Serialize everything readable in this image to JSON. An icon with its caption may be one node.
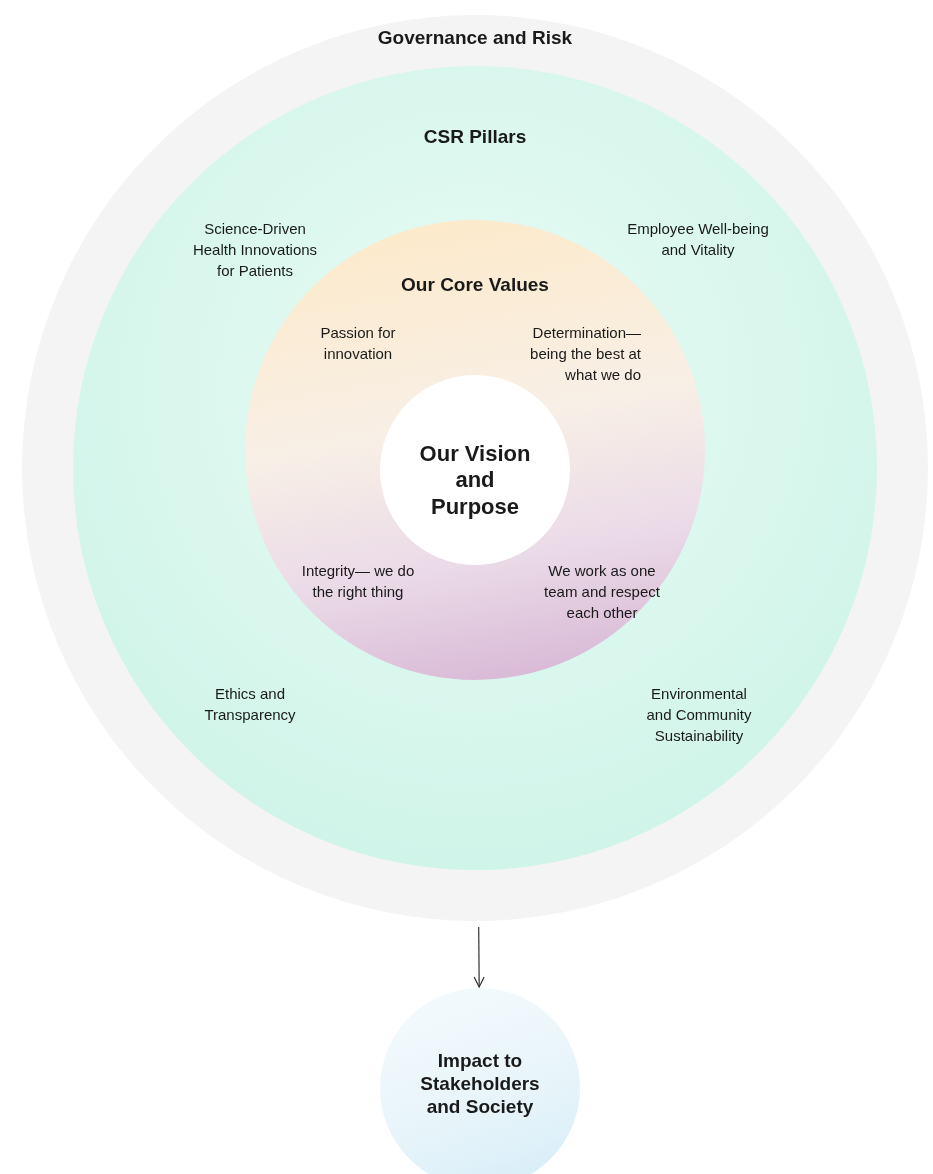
{
  "diagram": {
    "nodes": [
      {
        "text": [
          "Governance and Risk"
        ]
      },
      {
        "text": [
          "CSR Pillars"
        ],
        "in": 0
      },
      {
        "text": [
          "Our Core Values"
        ],
        "in": 1
      },
      {
        "text": [
          "Our Vision and Purpose"
        ],
        "in": 2
      },
      {
        "text": [
          "Impact to Stakeholders and Society"
        ]
      }
    ],
    "edges": [
      {
        "from": 0,
        "to": 4,
        "arrow": "to"
      }
    ],
    "labels": [
      "Science-Driven Health Innovations for Patients",
      "Employee Well-being and Vitality",
      "Passion for innovation",
      "Determination— being the best at what we do",
      "Integrity— we do the right thing",
      "We work as one team and respect each other",
      "Ethics and Transparency",
      "Environmental and Community Sustainability"
    ]
  }
}
